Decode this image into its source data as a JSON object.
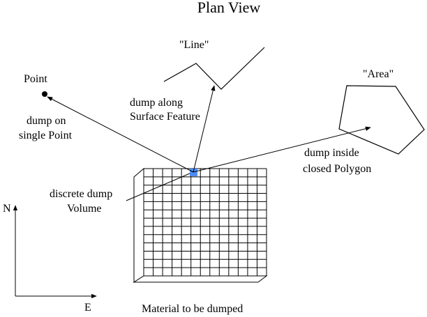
{
  "title": "Plan View",
  "labels": {
    "point": "Point",
    "line": "\"Line\"",
    "area": "\"Area\"",
    "dump_point_1": "dump on",
    "dump_point_2": "single Point",
    "dump_line_1": "dump along",
    "dump_line_2": "Surface Feature",
    "dump_area_1": "dump inside",
    "dump_area_2": "closed Polygon",
    "discrete_1": "discrete dump",
    "discrete_2": "Volume",
    "material": "Material to be dumped",
    "north": "N",
    "east": "E"
  },
  "grid": {
    "columns": 13,
    "rows": 13
  },
  "colors": {
    "ink": "#000000",
    "selected_cell": "#4d8cf5",
    "background": "#ffffff"
  }
}
